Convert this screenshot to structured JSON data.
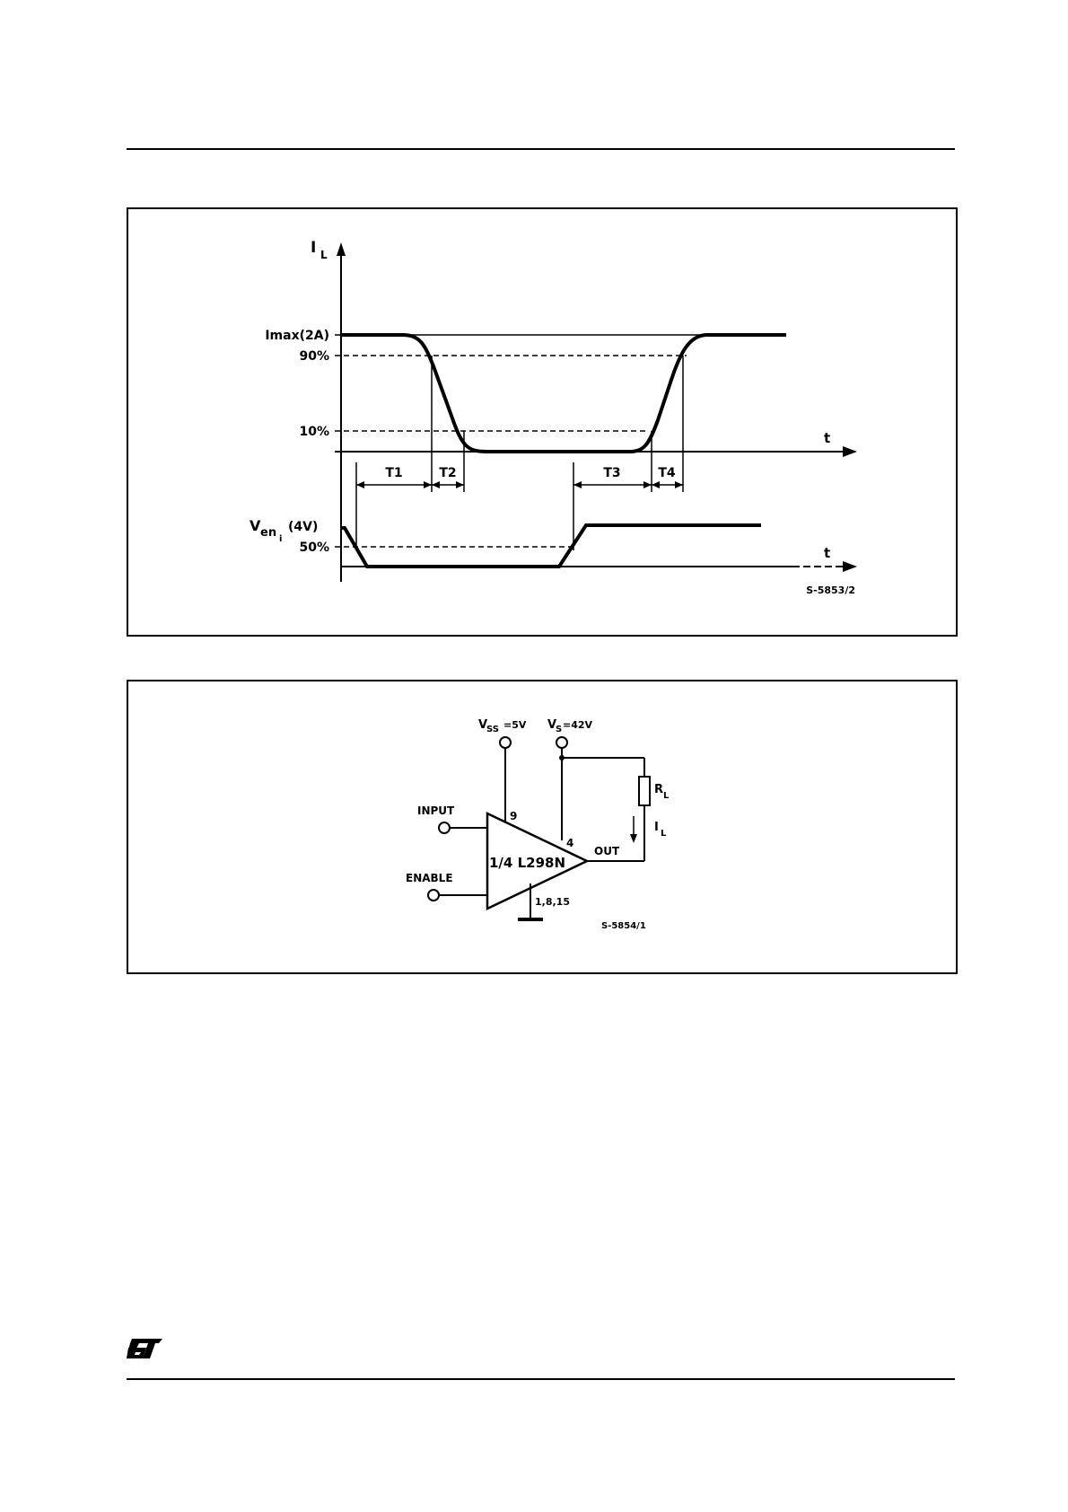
{
  "timing_diagram": {
    "y_axis_symbol": "I",
    "y_axis_subscript": "L",
    "imax_label": "Imax(2A)",
    "p90_label": "90%",
    "p10_label": "10%",
    "time_label_top": "t",
    "time_label_bottom": "t",
    "t1": "T1",
    "t2": "T2",
    "t3": "T3",
    "t4": "T4",
    "ven_symbol": "V",
    "ven_subscript": "en",
    "ven_sub2": "i",
    "ven_level": "(4V)",
    "p50_label": "50%",
    "figure_code": "S-5853/2"
  },
  "circuit": {
    "vss_symbol": "V",
    "vss_subscript": "SS",
    "vss_value": "=5V",
    "vs_symbol": "V",
    "vs_subscript": "S",
    "vs_value": "=42V",
    "rl_symbol": "R",
    "rl_subscript": "L",
    "il_symbol": "I",
    "il_subscript": "L",
    "input_label": "INPUT",
    "enable_label": "ENABLE",
    "out_label": "OUT",
    "pin_vss": "9",
    "pin_vs": "4",
    "pin_gnd": "1,8,15",
    "ic_label": "1/4 L298N",
    "figure_code": "S-5854/1"
  },
  "footer": {
    "logo_text": "ST"
  }
}
